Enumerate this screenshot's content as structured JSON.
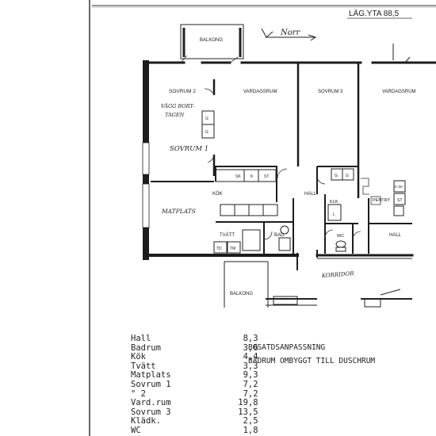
{
  "header": {
    "area_label": "LÄG.YTA 88,5",
    "north_label": "Norr"
  },
  "rooms": {
    "balkong_top": "BALKONG",
    "sovrum2": "SOVRUM 2",
    "vardagsrum": "VARDAGSRUM",
    "sovrum3": "SOVRUM 3",
    "vardagsrum_right": "VARDAGSRUM",
    "wall_note_1": "VÄGG BORT-",
    "wall_note_2": "TAGEN",
    "sovrum1": "SOVRUM 1",
    "kok": "KÖK",
    "hall": "HALL",
    "matplats": "MATPLATS",
    "tvatt": "TVÄTT",
    "bad": "BAD",
    "klk": "KLK",
    "pentry": "PENTRY",
    "wc": "WC",
    "hall_right": "HALL",
    "korridor": "KORRIDOR",
    "balkong_bottom": "BALKONG"
  },
  "fixtures": {
    "sk": "SK",
    "k": "K",
    "st": "ST",
    "g": "G",
    "td": "TD",
    "tm": "TM",
    "k_sk": "K SK",
    "st2": "ST",
    "l": "L"
  },
  "areas": [
    {
      "name": "Hall",
      "value": "8,3"
    },
    {
      "name": "Badrum",
      "value": "3,6"
    },
    {
      "name": "Kök",
      "value": "4,4"
    },
    {
      "name": "Tvätt",
      "value": "3,3"
    },
    {
      "name": "Matplats",
      "value": "9,3"
    },
    {
      "name": "Sovrum 1",
      "value": "7,2"
    },
    {
      "name": "\"  2",
      "value": "7,2"
    },
    {
      "name": "Vard.rum",
      "value": "19,8"
    },
    {
      "name": "Sovrum 3",
      "value": "13,5"
    },
    {
      "name": "Klädk.",
      "value": "2,5"
    },
    {
      "name": "WC",
      "value": "1,8"
    }
  ],
  "notes": {
    "title": "BOSATDSANPASSNING",
    "description": "BADRUM OMBYGGT TILL DUSCHRUM"
  }
}
